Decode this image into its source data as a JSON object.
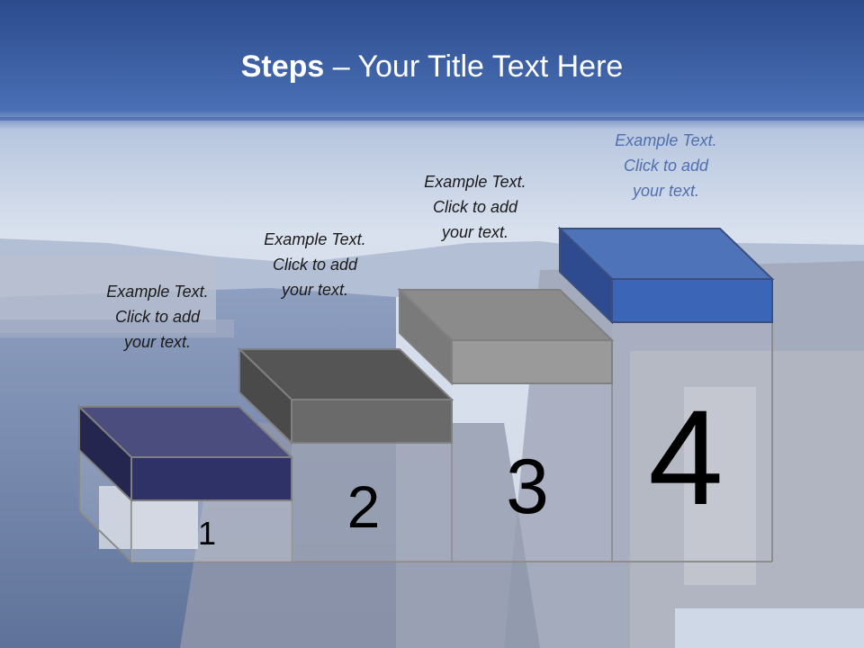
{
  "slide": {
    "title_bold": "Steps",
    "title_rest": " – Your Title Text Here"
  },
  "captions": [
    {
      "line1": "Example Text.",
      "line2": "Click  to add",
      "line3": "your text."
    },
    {
      "line1": "Example Text.",
      "line2": "Click  to add",
      "line3": "your text."
    },
    {
      "line1": "Example Text.",
      "line2": "Click  to add",
      "line3": "your text."
    },
    {
      "line1": "Example Text.",
      "line2": "Click  to add",
      "line3": "your text."
    }
  ],
  "steps": [
    {
      "label": "1",
      "color": "#2f3266"
    },
    {
      "label": "2",
      "color": "#6a6a6a"
    },
    {
      "label": "3",
      "color": "#9a9a9a"
    },
    {
      "label": "4",
      "color": "#3b66b8"
    }
  ]
}
